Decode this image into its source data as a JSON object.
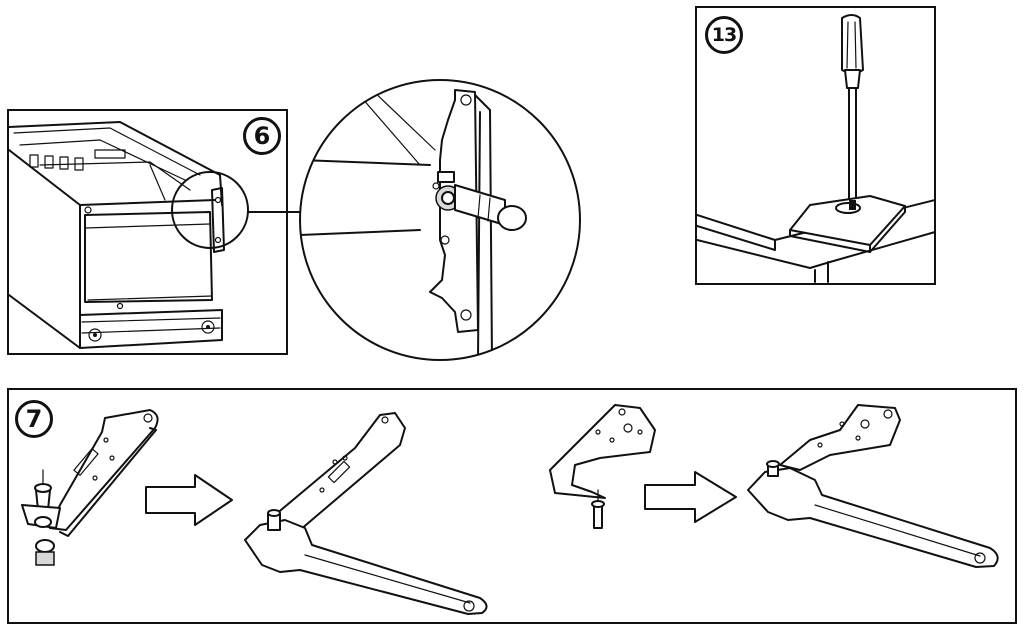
{
  "steps": {
    "step6": {
      "label": "6"
    },
    "step13": {
      "label": "13"
    },
    "step7": {
      "label": "7"
    }
  }
}
